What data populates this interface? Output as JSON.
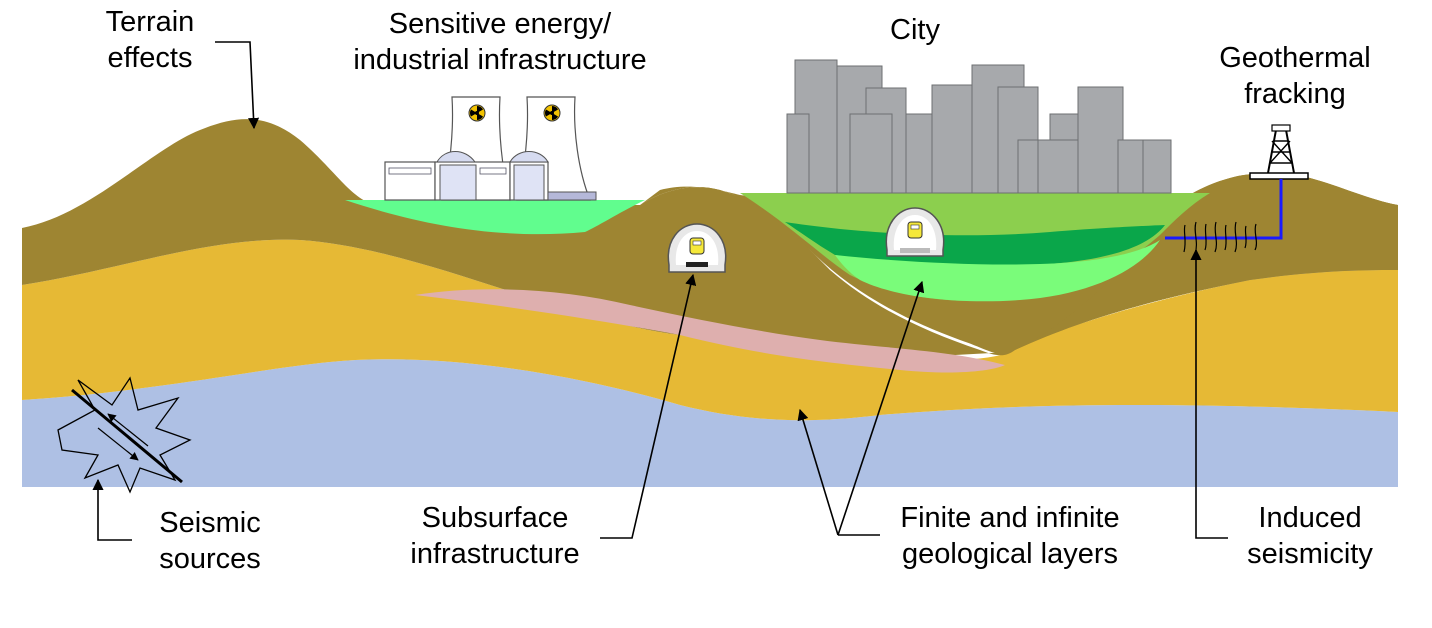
{
  "labels": {
    "terrain": [
      "Terrain",
      "effects"
    ],
    "energy": [
      "Sensitive energy/",
      "industrial infrastructure"
    ],
    "city": [
      "City"
    ],
    "geothermal": [
      "Geothermal",
      "fracking"
    ],
    "seismic": [
      "Seismic",
      "sources"
    ],
    "subsurface": [
      "Subsurface",
      "infrastructure"
    ],
    "layers": [
      "Finite and infinite",
      "geological layers"
    ],
    "induced": [
      "Induced",
      "seismicity"
    ]
  },
  "colors": {
    "brown_layer": "#9e8532",
    "yellow_layer": "#e6b935",
    "blue_layer": "#aec0e4",
    "pink_lens": "#deafae",
    "green_surface": "#61fd8e",
    "green_city": "#8ccf4e",
    "green_dark": "#0aa64a",
    "green_light": "#7afc7a",
    "building_gray": "#a7a9ac",
    "well_blue": "#1a1aff"
  },
  "icons": {
    "fault": "fault-rupture-icon",
    "reactor": "radiation-symbol-icon",
    "tunnel": "tunnel-train-icon",
    "derrick": "drilling-derrick-icon"
  }
}
